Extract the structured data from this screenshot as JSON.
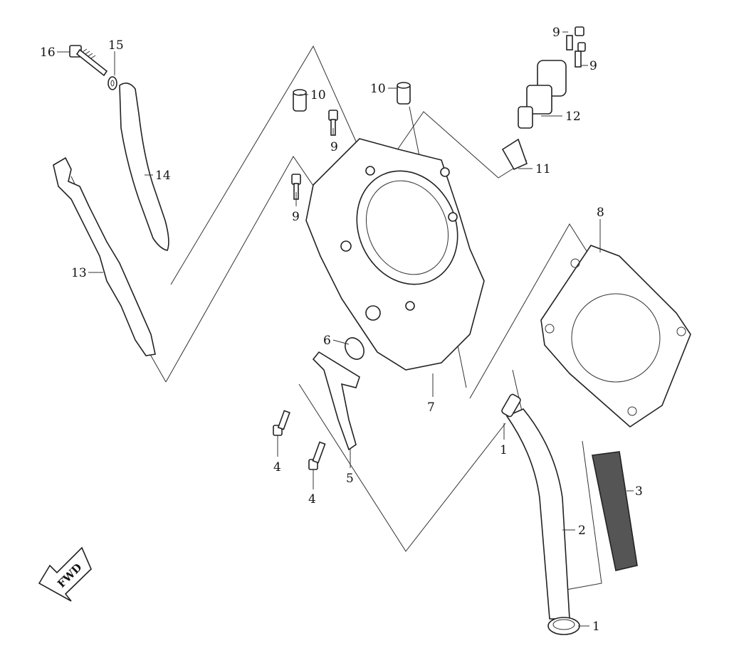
{
  "diagram": {
    "fwd_label": "FWD",
    "callouts": {
      "c16": "16",
      "c15": "15",
      "c14": "14",
      "c13": "13",
      "c10a": "10",
      "c9a": "9",
      "c9b": "9",
      "c10b": "10",
      "c9c": "9",
      "c9d": "9",
      "c12": "12",
      "c11": "11",
      "c8": "8",
      "c6": "6",
      "c7": "7",
      "c4a": "4",
      "c4b": "4",
      "c5": "5",
      "c1a": "1",
      "c2": "2",
      "c3": "3",
      "c1b": "1"
    }
  }
}
